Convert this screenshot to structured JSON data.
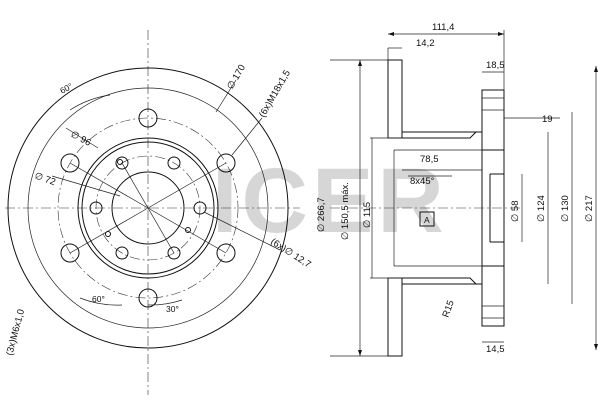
{
  "watermark": "ICER",
  "front_view": {
    "angle_top": "60°",
    "d_170": "∅ 170",
    "thread_6x": "(6x)M18x1,5",
    "d_96": "∅ 96",
    "d_72": "∅ 72",
    "holes_6x": "(6x)∅ 12,7",
    "angle_bottom": "60°",
    "angle_30": "30°",
    "thread_3x": "(3x)M6x1,0"
  },
  "section_view": {
    "w_111_4": "111,4",
    "w_14_2": "14,2",
    "w_18_5": "18,5",
    "w_19": "19",
    "w_78_5": "78,5",
    "chamfer": "8x45°",
    "d_266_7": "∅ 266,7",
    "d_150_5": "∅ 150,5 máx.",
    "d_115": "∅ 115",
    "d_58": "∅ 58",
    "d_124": "∅ 124",
    "d_130": "∅ 130",
    "d_217": "∅ 217",
    "radius": "R15",
    "w_14_5": "14,5",
    "datum": "A"
  }
}
